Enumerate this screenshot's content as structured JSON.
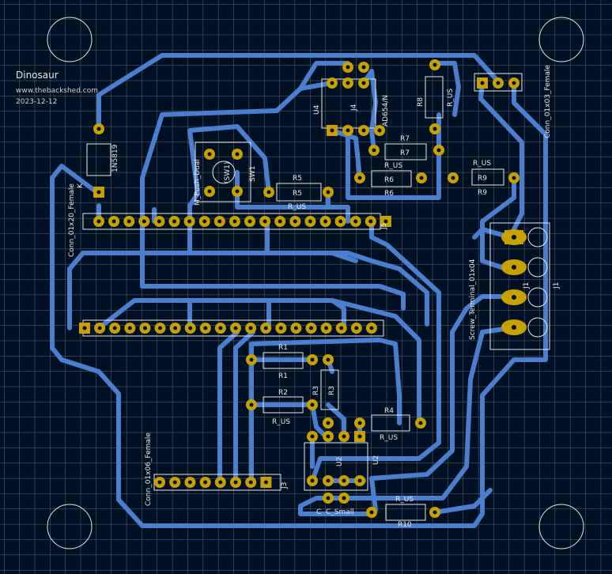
{
  "board": {
    "title": "Dinosaur",
    "website": "www.thebackshed.com",
    "date": "2023-12-12",
    "background": "#001023",
    "grid_color": "#6e7688",
    "trace_color": "#4a7fd0",
    "pad_color": "#c8a000",
    "silk_color": "#e8e8e8"
  },
  "labels": {
    "d1_ref": "1N5819",
    "d1_k": "K",
    "sw1_value": "M_Push_Dual",
    "sw1_ref": "SW1",
    "sw1_ref2": "(SW1)",
    "r5_ref": "R5",
    "r5_ref2": "R5",
    "r5_val": "R_US",
    "u4_ref": "U4",
    "j4_ref": "J4",
    "u4_val": "AD654/N",
    "r8_ref": "R8",
    "r8_val": "R_US",
    "r7_ref": "R7",
    "r7_ref2": "R7",
    "r6_ref": "R6",
    "r6_ref2": "R6",
    "r6_val": "R_US",
    "r9_ref": "R9",
    "r9_ref2": "R9",
    "r9_val": "R_US",
    "j6_val": "Conn_01x03_Female",
    "j5_ref": "J5",
    "j5_val": "Conn_01x20_Female",
    "j1_val": "Screw_Terminal_01x04",
    "j1_ref": "J1",
    "j1_ref2": "J1",
    "r1_ref": "R1",
    "r1_ref2": "R1",
    "r2_ref": "R2",
    "r2_val": "R_US",
    "r3_ref": "R3",
    "r3_ref2": "R3",
    "r4_ref": "R4",
    "r4_val": "R_US",
    "u2_ref": "U2",
    "u2_ref2": "U2",
    "c_ref": "C",
    "c_val": "C_Small",
    "r10_ref": "R10",
    "r10_val": "R_US",
    "j3_ref": "J3",
    "j3_val": "Conn_01x06_Female"
  }
}
